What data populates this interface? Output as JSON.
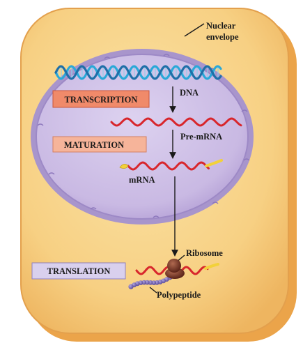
{
  "labels": {
    "nuclear_envelope_line1": "Nuclear",
    "nuclear_envelope_line2": "envelope",
    "dna": "DNA",
    "pre_mrna": "Pre-mRNA",
    "mrna": "mRNA",
    "ribosome": "Ribosome",
    "polypeptide": "Polypeptide"
  },
  "process_boxes": {
    "transcription": "TRANSCRIPTION",
    "maturation": "MATURATION",
    "translation": "TRANSLATION"
  },
  "colors": {
    "cell_fill": "#f8d88a",
    "cell_edge": "#e7a94a",
    "nucleus_fill": "#cdbfe6",
    "nucleus_edge": "#9b87c7",
    "dna_strand_a": "#2aa8d8",
    "dna_strand_b": "#1f6fa8",
    "rna": "#d8262c",
    "cap_tail": "#f2d13a",
    "transcription_box": "#f08a6a",
    "maturation_box": "#f6b49a",
    "translation_box": "#d9d0ee",
    "ribosome": "#7a3a2a",
    "polypeptide": "#7a6ab8"
  }
}
